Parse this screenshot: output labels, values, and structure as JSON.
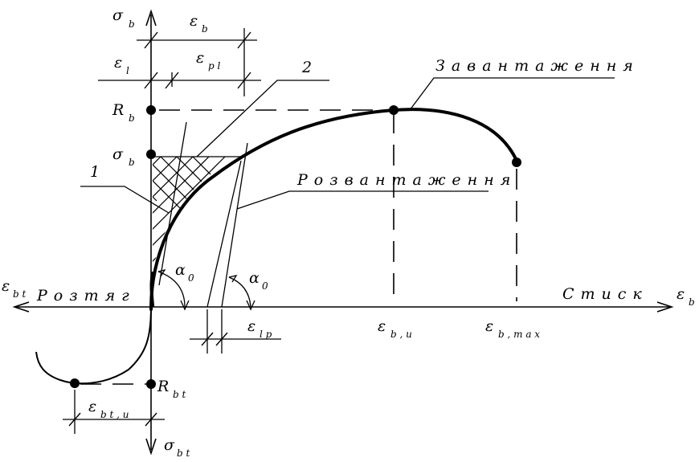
{
  "labels": {
    "sigma_b_axis": "σ",
    "sigma_b_axis_sub": "b",
    "eps_b_top": "ε",
    "eps_b_top_sub": "b",
    "eps_l": "ε",
    "eps_l_sub": "l",
    "eps_pl": "ε",
    "eps_pl_sub": "p l",
    "R_b": "R",
    "R_b_sub": "b",
    "sigma_b_level": "σ",
    "sigma_b_level_sub": "b",
    "marker_1": "1",
    "marker_2": "2",
    "loading": "Завантаження",
    "unloading": "Розвантаження",
    "tension": "Розтяг",
    "compression": "Стиск",
    "eps_bt": "ε",
    "eps_bt_sub": "b t",
    "eps_b_right": "ε",
    "eps_b_right_sub": "b",
    "alpha0_left": "α",
    "alpha0_left_sub": "0",
    "alpha0_right": "α",
    "alpha0_right_sub": "0",
    "eps_lp": "ε",
    "eps_lp_sub": "l p",
    "eps_bu": "ε",
    "eps_bu_sub": "b , u",
    "eps_bmax": "ε",
    "eps_bmax_sub": "b , m a x",
    "R_bt": "R",
    "R_bt_sub": "b t",
    "eps_btu": "ε",
    "eps_btu_sub": "b t , u",
    "sigma_bt": "σ",
    "sigma_bt_sub": "b t"
  }
}
